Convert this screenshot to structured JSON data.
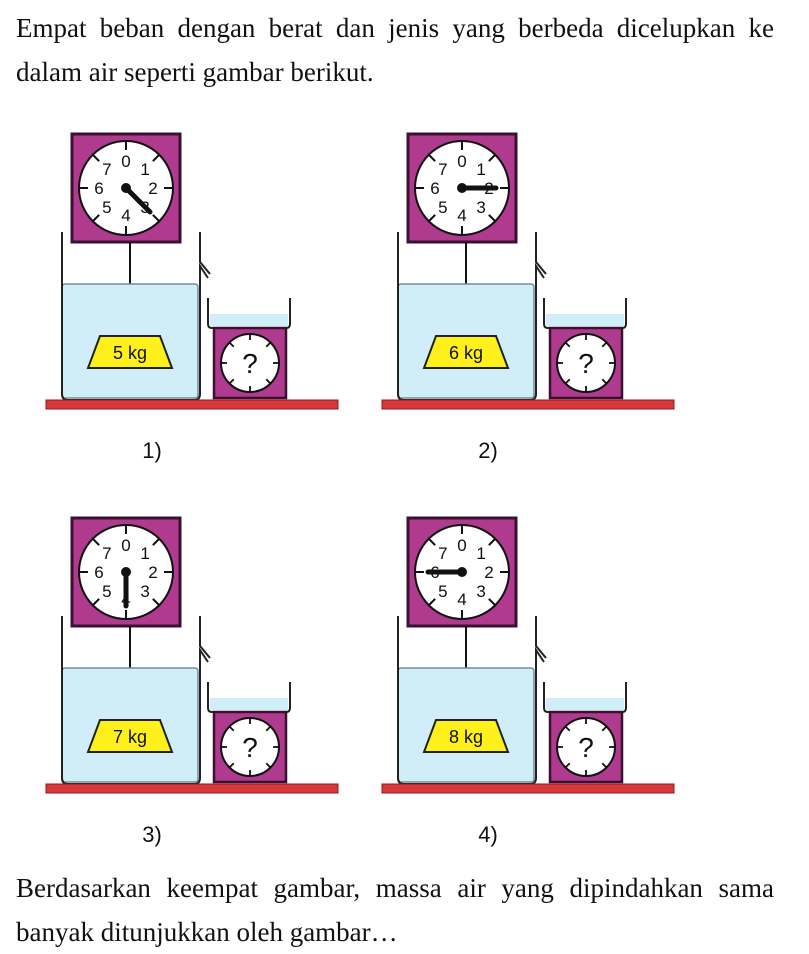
{
  "intro_text": "Empat beban dengan berat dan jenis yang berbeda dicelupkan ke dalam air seperti gambar berikut.",
  "question_text": "Berdasarkan keempat gambar, massa air yang dipindahkan sama banyak ditunjukkan oleh gambar…",
  "dial_numbers": [
    "0",
    "1",
    "2",
    "3",
    "4",
    "5",
    "6",
    "7"
  ],
  "unknown_mark": "?",
  "panels": [
    {
      "caption": "1)",
      "mass_label": "5 kg",
      "pointer_reading": 3.0
    },
    {
      "caption": "2)",
      "mass_label": "6 kg",
      "pointer_reading": 2.0
    },
    {
      "caption": "3)",
      "mass_label": "7 kg",
      "pointer_reading": 4.0
    },
    {
      "caption": "4)",
      "mass_label": "8 kg",
      "pointer_reading": 6.0
    }
  ],
  "colors": {
    "frame_magenta": "#b03a8e",
    "frame_dark": "#3a1030",
    "water": "#cfeef7",
    "weight_yellow": "#ffef1a",
    "table_red": "#d8383a"
  }
}
